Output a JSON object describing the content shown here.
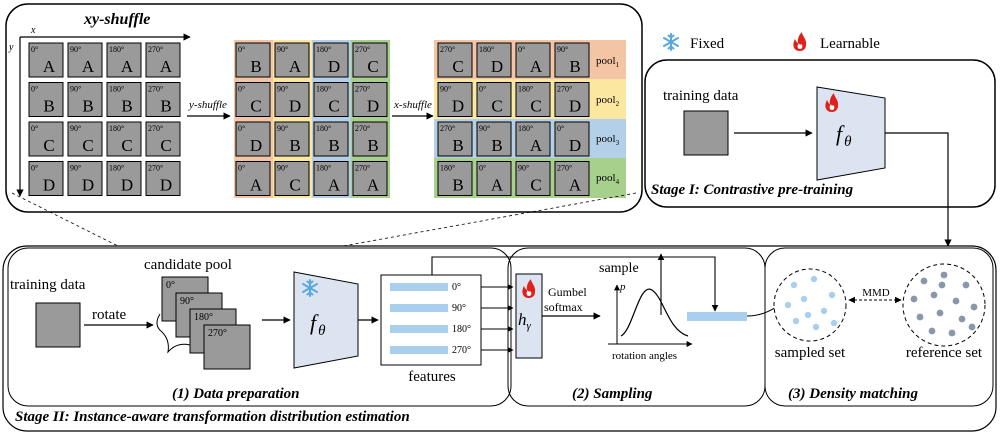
{
  "title_xy_shuffle": "xy-shuffle",
  "axis_x": "x",
  "axis_y": "y",
  "angles": [
    "0°",
    "90°",
    "180°",
    "270°"
  ],
  "grid_original": [
    [
      "A",
      "A",
      "A",
      "A"
    ],
    [
      "B",
      "B",
      "B",
      "B"
    ],
    [
      "C",
      "C",
      "C",
      "C"
    ],
    [
      "D",
      "D",
      "D",
      "D"
    ]
  ],
  "grid_y_shuffled": [
    [
      "B",
      "A",
      "D",
      "C"
    ],
    [
      "C",
      "D",
      "C",
      "D"
    ],
    [
      "D",
      "B",
      "B",
      "B"
    ],
    [
      "A",
      "C",
      "A",
      "A"
    ]
  ],
  "grid_x_shuffled": {
    "angles": [
      [
        "270°",
        "180°",
        "0°",
        "90°"
      ],
      [
        "90°",
        "0°",
        "180°",
        "270°"
      ],
      [
        "270°",
        "90°",
        "180°",
        "0°"
      ],
      [
        "180°",
        "0°",
        "90°",
        "270°"
      ]
    ],
    "letters": [
      [
        "C",
        "D",
        "A",
        "B"
      ],
      [
        "D",
        "C",
        "C",
        "D"
      ],
      [
        "B",
        "B",
        "A",
        "D"
      ],
      [
        "B",
        "A",
        "C",
        "A"
      ]
    ]
  },
  "y_shuffle_label": "y-shuffle",
  "x_shuffle_label": "x-shuffle",
  "pools": [
    "pool",
    "pool",
    "pool",
    "pool"
  ],
  "pool_subs": [
    "1",
    "2",
    "3",
    "4"
  ],
  "legend": {
    "fixed": "Fixed",
    "learnable": "Learnable"
  },
  "stage1": {
    "training_data": "training data",
    "f_theta": "f",
    "theta": "θ",
    "title": "Stage I: Contrastive pre-training"
  },
  "stage2": {
    "training_data": "training data",
    "rotate": "rotate",
    "candidate_pool": "candidate pool",
    "stack_angles": [
      "0°",
      "90°",
      "180°",
      "270°"
    ],
    "feature_angles": [
      "0°",
      "90°",
      "180°",
      "270°"
    ],
    "features": "features",
    "h_gamma": "h",
    "gamma": "γ",
    "gumbel": "Gumbel",
    "softmax": "softmax",
    "sample": "sample",
    "p_label": "p",
    "rotation_angles": "rotation angles",
    "data_prep": "(1) Data preparation",
    "sampling": "(2) Sampling",
    "density": "(3) Density matching",
    "title": "Stage II: Instance-aware transformation distribution estimation"
  },
  "density": {
    "mmd": "MMD",
    "sampled_set": "sampled set",
    "reference_set": "reference set"
  },
  "colors": {
    "cell_gray": "#9a9a9a",
    "orange": "#f4c5a4",
    "yellow": "#fbe7a0",
    "blue": "#b4cfe8",
    "green": "#a8d08d",
    "f_block": "#dce4f2",
    "snow": "#5aa7e0",
    "fire": "#e0201a",
    "sampled_dot": "#a9cfee",
    "reference_dot": "#8a96aa"
  }
}
